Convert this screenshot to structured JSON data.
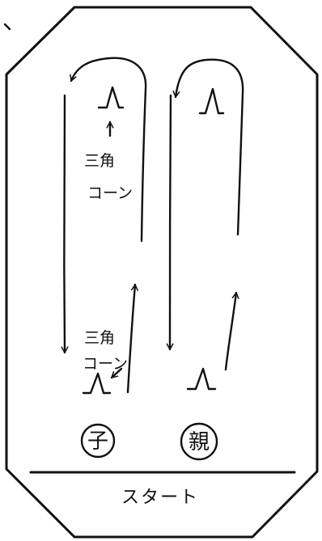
{
  "labels": {
    "cone_top": [
      "三角",
      "コーン"
    ],
    "cone_bottom": [
      "三角",
      "コーン"
    ],
    "child": "子",
    "parent": "親",
    "start": "スタート"
  },
  "colors": {
    "ink": "#111111",
    "background": "#ffffff"
  },
  "icons": {
    "cone": "triangle-cone-icon",
    "arrow": "arrow-icon"
  }
}
